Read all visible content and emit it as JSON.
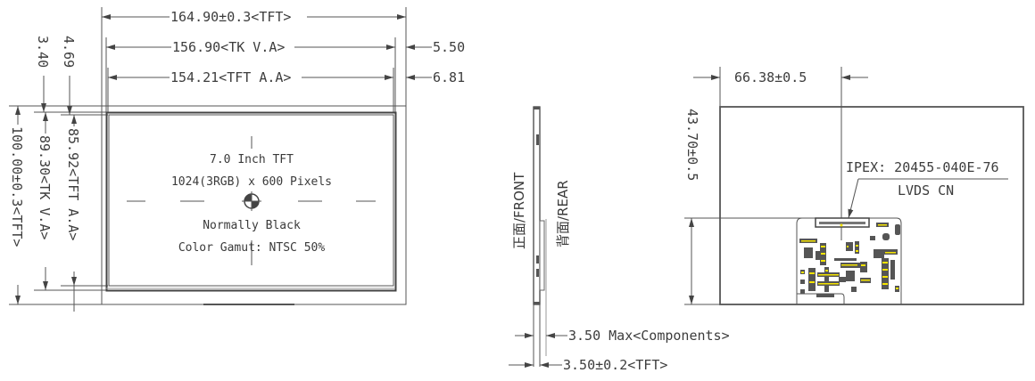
{
  "front_view": {
    "dimensions": {
      "tft_width": "164.90±0.3<TFT>",
      "tk_va_width": "156.90<TK V.A>",
      "tft_aa_width": "154.21<TFT A.A>",
      "right_offset_tk": "5.50",
      "right_offset_aa": "6.81",
      "top_offset_tk": "3.40",
      "top_offset_aa": "4.69",
      "tft_aa_height": "85.92<TFT A.A>",
      "tk_va_height": "89.30<TK V.A>",
      "tft_height": "100.00±0.3<TFT>"
    },
    "panel_text": {
      "line1": "7.0 Inch TFT",
      "line2": "1024(3RGB) x 600 Pixels",
      "line3": "Normally Black",
      "line4": "Color Gamut: NTSC 50%"
    }
  },
  "side_view": {
    "front_label": "正面/FRONT",
    "rear_label": "背面/REAR",
    "components_thickness": "3.50 Max<Components>",
    "tft_thickness": "3.50±0.2<TFT>"
  },
  "rear_view": {
    "connector_x": "66.38±0.5",
    "connector_y": "43.70±0.5",
    "connector_part": "IPEX: 20455-040E-76",
    "connector_name": "LVDS CN"
  },
  "colors": {
    "line": "#555555",
    "text": "#3a3a3a",
    "component_highlight": "#f5e400"
  }
}
